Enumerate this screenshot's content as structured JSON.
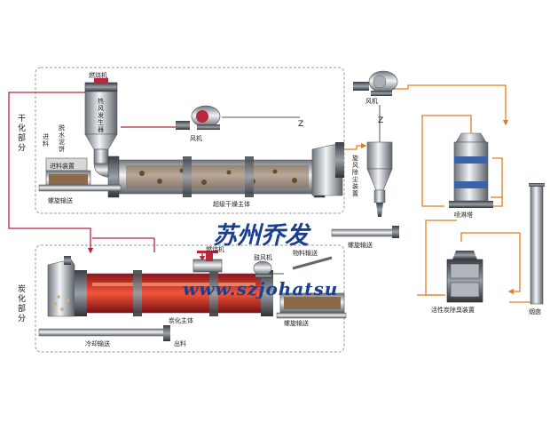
{
  "labels": {
    "drying_section": "干化部分",
    "carbonization_section": "炭化部分",
    "burner_top": "燃烧机",
    "hot_air_generator": "热风发生器",
    "fan_mid": "风机",
    "fan_top": "风机",
    "dewatered_sludge": "脱水泥饼",
    "feed_in": "进料",
    "feeding_device": "进料装置",
    "screw_conveyor_1": "螺旋输送",
    "dryer_body": "超级干燥主体",
    "cyclone_dust_remover": "旋风除尘装置",
    "screw_conveyor_2": "螺旋输送",
    "spray_tower": "喷淋塔",
    "activated_carbon_deodorizer": "活性炭除臭装置",
    "chimney": "烟囱",
    "burner_bottom": "燃烧机",
    "blower": "鼓风机",
    "material_conveyor": "物料输送",
    "screw_conveyor_3": "螺旋输送",
    "carbonizer_body": "炭化主体",
    "cooling_conveyor": "冷却输送",
    "discharge": "出料",
    "z_symbol_1": "Z",
    "z_symbol_2": "Z"
  },
  "watermark": {
    "company": "苏州乔发",
    "website": "www.szjohatsu"
  },
  "colors": {
    "hot_pipe": "#b8283a",
    "exhaust_pipe": "#e07f1e",
    "frame": "#999999",
    "watermark": "#1b3f8f"
  }
}
